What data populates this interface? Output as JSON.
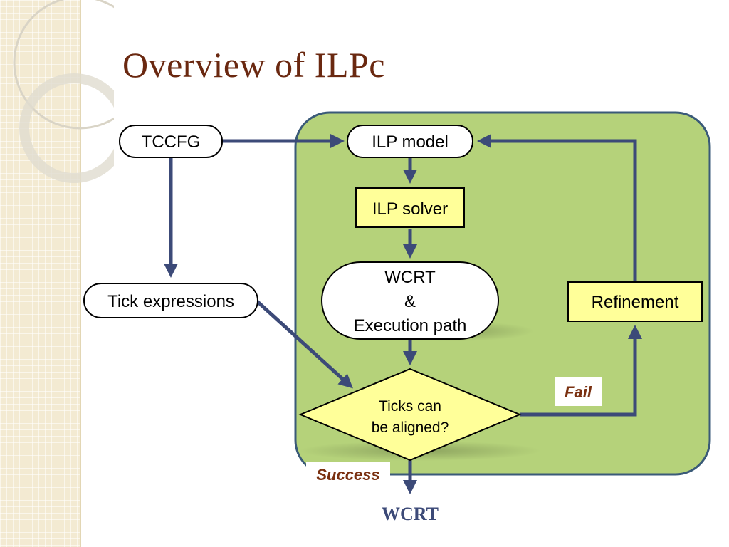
{
  "slide": {
    "title": "Overview of ILPc"
  },
  "nodes": {
    "tccfg": "TCCFG",
    "ilp_model": "ILP model",
    "ilp_solver": "ILP solver",
    "tick_expressions": "Tick expressions",
    "wcrt_box": [
      "WCRT",
      "&",
      "Execution path"
    ],
    "decision": [
      "Ticks can",
      "be aligned?"
    ],
    "refinement": "Refinement"
  },
  "edge_labels": {
    "fail": "Fail",
    "success": "Success"
  },
  "output": {
    "label": "WCRT"
  },
  "colors": {
    "title": "#6a2810",
    "panel_fill": "#b5d27a",
    "panel_border": "#3a5a78",
    "arrow": "#3c4a78",
    "yellow_box": "#ffff99",
    "diamond": "#ffff99",
    "edge_label": "#7a3010",
    "output_label": "#3c4a78"
  }
}
